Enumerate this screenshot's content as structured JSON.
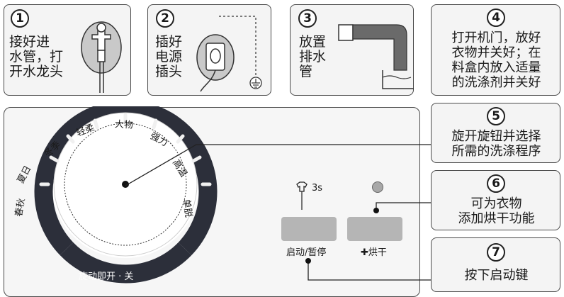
{
  "steps": [
    {
      "num": "1",
      "text": "接好进\n水管，打\n开水龙头"
    },
    {
      "num": "2",
      "text": "插好\n电源\n插头"
    },
    {
      "num": "3",
      "text": "放置\n排水\n管"
    },
    {
      "num": "4",
      "text": "打开机门，放好\n衣物并关好；在\n料盒内放入适量\n的洗涤剂并关好"
    },
    {
      "num": "5",
      "text": "旋开旋钮并选择\n所需的洗涤程序"
    },
    {
      "num": "6",
      "text": "可为衣物\n添加烘干功能"
    },
    {
      "num": "7",
      "text": "按下启动键"
    }
  ],
  "dial": {
    "programs": [
      "春秋",
      "夏日",
      "冬季",
      "轻柔",
      "大物",
      "强力",
      "高温",
      "单脱"
    ],
    "bottom_label": "旋动即开 · 关"
  },
  "panel": {
    "start_label": "启动/暂停",
    "dry_label": "✚烘干",
    "lock_label": "3s"
  },
  "colors": {
    "box_bg": "#f4f4f4",
    "ring": "#2c2f3a",
    "button": "#b5b5b5"
  }
}
